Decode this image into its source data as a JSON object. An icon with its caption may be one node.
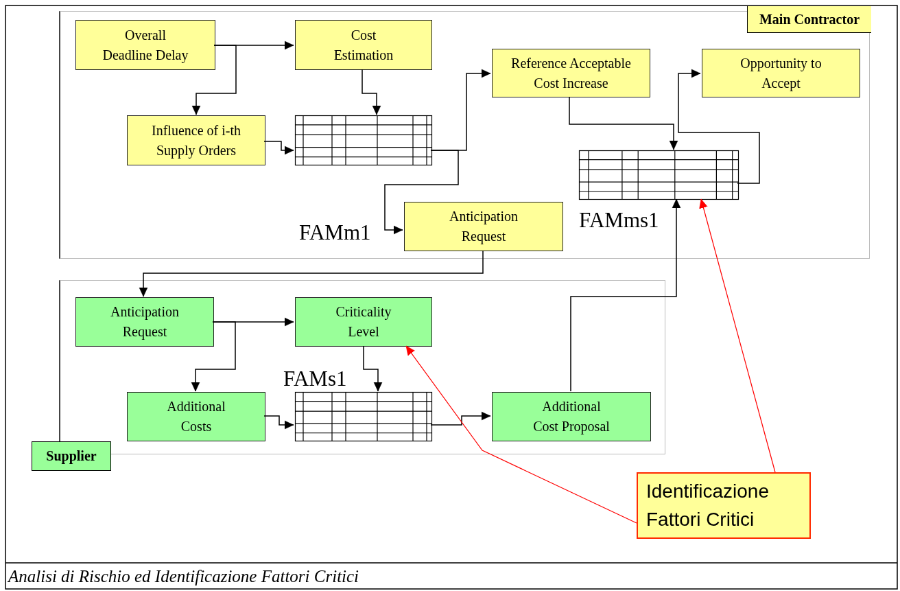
{
  "diagram": {
    "caption": "Analisi di Rischio ed Identificazione Fattori Critici",
    "nodes": [
      {
        "text": [
          "Main Contractor"
        ]
      },
      {
        "text": [
          "Overall Deadline Delay"
        ],
        "in": 0
      },
      {
        "text": [
          "Cost Estimation"
        ],
        "in": 0
      },
      {
        "text": [
          "Influence of i-th Supply Orders"
        ],
        "in": 0
      },
      {
        "text": [
          "FAMm1"
        ],
        "in": 0
      },
      {
        "text": [
          "Reference Acceptable Cost Increase"
        ],
        "in": 0
      },
      {
        "text": [
          "Opportunity to Accept"
        ],
        "in": 0
      },
      {
        "text": [
          "FAMms1"
        ],
        "in": 0
      },
      {
        "text": [
          "Anticipation Request"
        ],
        "in": 0
      },
      {
        "text": [
          "Supplier"
        ]
      },
      {
        "text": [
          "Anticipation Request"
        ],
        "in": 9
      },
      {
        "text": [
          "Criticality Level"
        ],
        "in": 9
      },
      {
        "text": [
          "Additional Costs"
        ],
        "in": 9
      },
      {
        "text": [
          "FAMs1"
        ],
        "in": 9
      },
      {
        "text": [
          "Additional Cost Proposal"
        ],
        "in": 9
      },
      {
        "text": [
          "Identificazione Fattori Critici"
        ]
      }
    ],
    "edges": [
      {
        "from": 1,
        "to": 2,
        "arrow": "to"
      },
      {
        "from": 1,
        "to": 3,
        "arrow": "to"
      },
      {
        "from": 2,
        "to": 4,
        "arrow": "to"
      },
      {
        "from": 3,
        "to": 4,
        "arrow": "to"
      },
      {
        "from": 4,
        "to": 5,
        "arrow": "to"
      },
      {
        "from": 4,
        "to": 8,
        "arrow": "to"
      },
      {
        "from": 5,
        "to": 7,
        "arrow": "to"
      },
      {
        "from": 7,
        "to": 6,
        "arrow": "to"
      },
      {
        "from": 8,
        "to": 10,
        "arrow": "to"
      },
      {
        "from": 10,
        "to": 11,
        "arrow": "to"
      },
      {
        "from": 10,
        "to": 12,
        "arrow": "to"
      },
      {
        "from": 11,
        "to": 13,
        "arrow": "to"
      },
      {
        "from": 12,
        "to": 13,
        "arrow": "to"
      },
      {
        "from": 13,
        "to": 14,
        "arrow": "to"
      },
      {
        "from": 14,
        "to": 7,
        "arrow": "to"
      },
      {
        "from": 15,
        "to": 11,
        "arrow": "to",
        "color": "#ff0000"
      },
      {
        "from": 15,
        "to": 7,
        "arrow": "to",
        "color": "#ff0000"
      }
    ]
  }
}
